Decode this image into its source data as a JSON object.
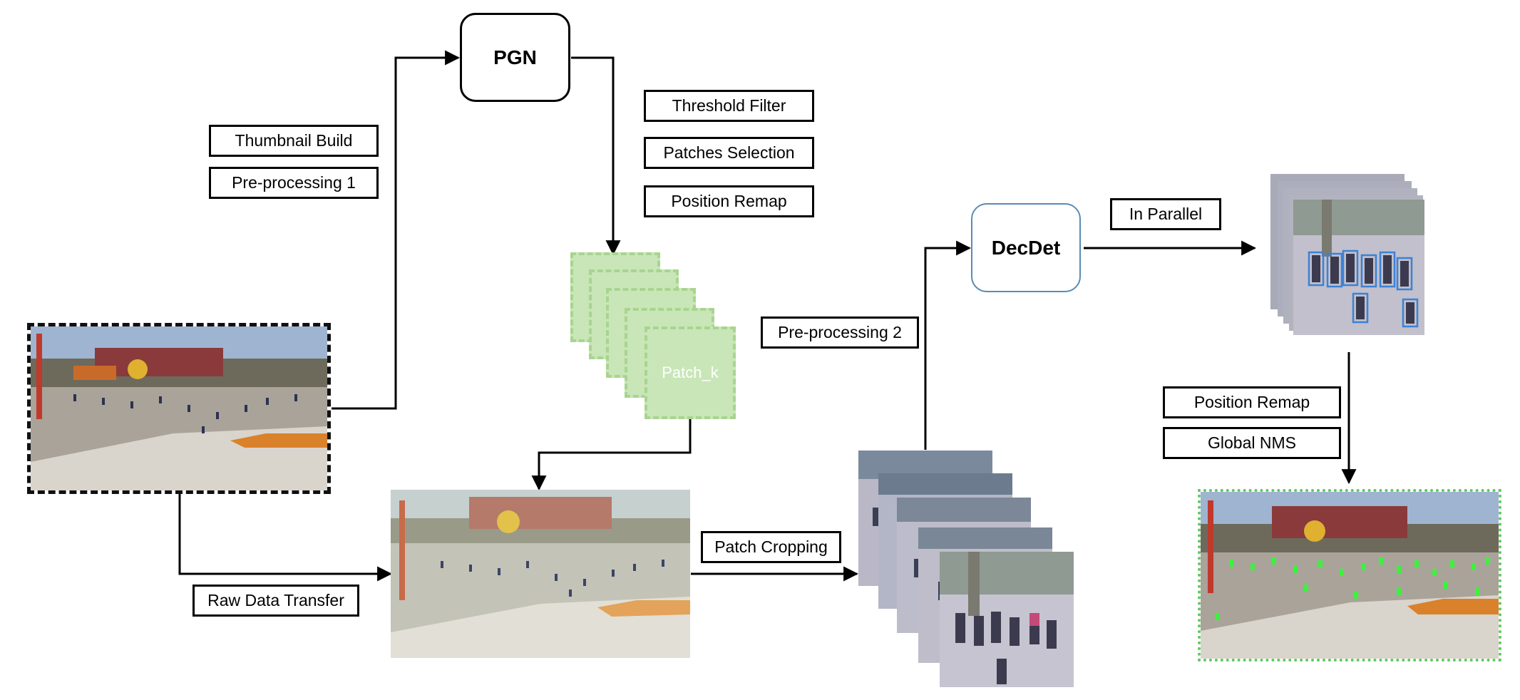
{
  "nodes": {
    "pgn": "PGN",
    "decdet": "DecDet"
  },
  "labels": {
    "thumbnail_build": "Thumbnail Build",
    "pre_processing_1": "Pre-processing 1",
    "threshold_filter": "Threshold Filter",
    "patches_selection": "Patches Selection",
    "position_remap_top": "Position Remap",
    "pre_processing_2": "Pre-processing 2",
    "in_parallel": "In Parallel",
    "position_remap_right": "Position Remap",
    "global_nms": "Global NMS",
    "raw_data_transfer": "Raw Data Transfer",
    "patch_cropping": "Patch Cropping",
    "patch_k": "Patch_k"
  },
  "colors": {
    "patch_fill": "#c8e6b8",
    "patch_border": "#a9d48f",
    "decdet_border": "#5a8bb5",
    "detection_box_blue": "#3b82d6",
    "detection_box_green": "#3cf23c",
    "result_border": "#5fc85f"
  }
}
